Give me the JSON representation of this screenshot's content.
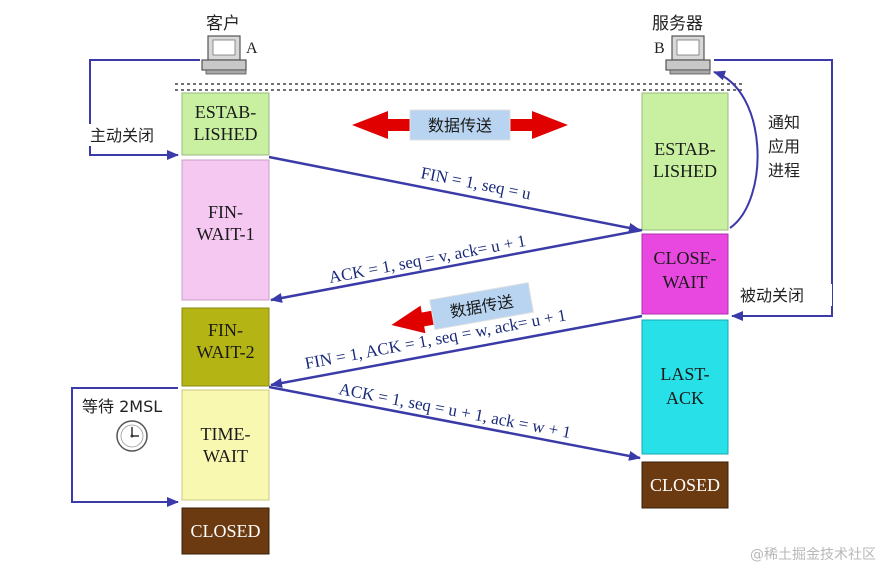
{
  "client": {
    "title": "客户",
    "letter": "A",
    "active_close_label": "主动关闭",
    "wait_label": "等待 2MSL",
    "states": [
      {
        "id": "established",
        "line1": "ESTAB-",
        "line2": "LISHED"
      },
      {
        "id": "fin-wait-1",
        "line1": "FIN-",
        "line2": "WAIT-1"
      },
      {
        "id": "fin-wait-2",
        "line1": "FIN-",
        "line2": "WAIT-2"
      },
      {
        "id": "time-wait",
        "line1": "TIME-",
        "line2": "WAIT"
      },
      {
        "id": "closed",
        "line1": "CLOSED",
        "line2": ""
      }
    ]
  },
  "server": {
    "title": "服务器",
    "letter": "B",
    "notify_label_lines": [
      "通知",
      "应用",
      "进程"
    ],
    "passive_close_label": "被动关闭",
    "states": [
      {
        "id": "established",
        "line1": "ESTAB-",
        "line2": "LISHED"
      },
      {
        "id": "close-wait",
        "line1": "CLOSE-",
        "line2": "WAIT"
      },
      {
        "id": "last-ack",
        "line1": "LAST-",
        "line2": "ACK"
      },
      {
        "id": "closed",
        "line1": "CLOSED",
        "line2": ""
      }
    ]
  },
  "messages": [
    {
      "text": "FIN = 1, seq = u",
      "direction": "client-to-server"
    },
    {
      "text": "ACK = 1, seq = v, ack= u + 1",
      "direction": "server-to-client"
    },
    {
      "text": "FIN = 1, ACK = 1, seq = w, ack= u + 1",
      "direction": "server-to-client"
    },
    {
      "text": "ACK = 1, seq = u + 1, ack = w + 1",
      "direction": "client-to-server"
    }
  ],
  "banners": {
    "data_transfer_both": "数据传送",
    "data_transfer_one_way": "数据传送"
  },
  "watermark": "@稀土掘金技术社区",
  "colors": {
    "established": "#c8f0a0",
    "fin_wait_1": "#f4c8f0",
    "fin_wait_2": "#b4b414",
    "time_wait": "#f8f8b0",
    "closed": "#6b3a10",
    "close_wait": "#e848e0",
    "last_ack": "#28e0e8",
    "arrow_blue": "#3a3aa8",
    "banner_red": "#e00000",
    "banner_fill": "#b8d4f0"
  }
}
